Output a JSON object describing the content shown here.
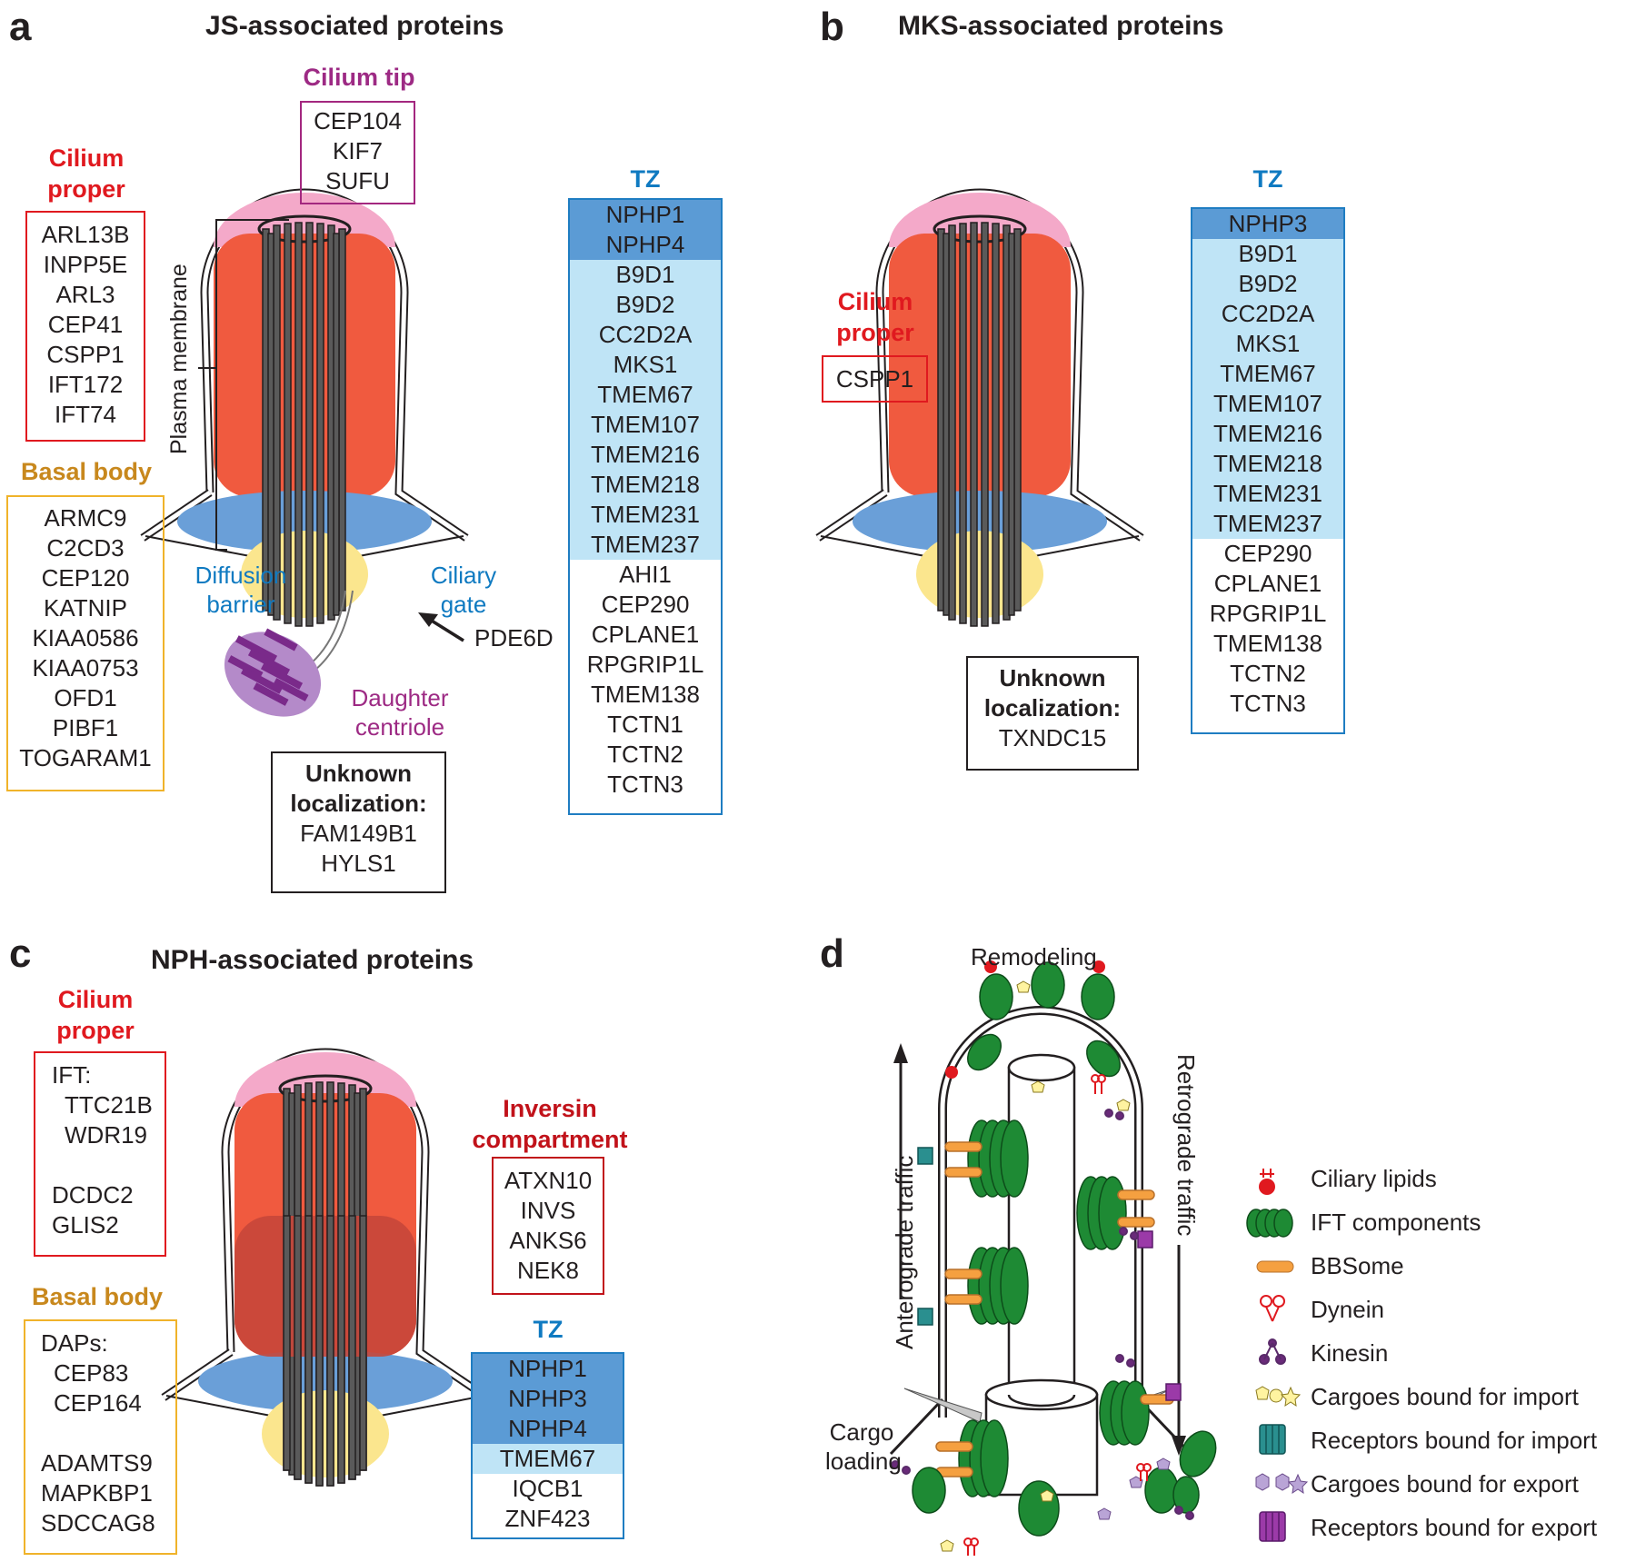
{
  "panel_a": {
    "letter": "a",
    "title": "JS-associated proteins",
    "cilium_tip": {
      "title": "Cilium tip",
      "items": [
        "CEP104",
        "KIF7",
        "SUFU"
      ]
    },
    "cilium_proper": {
      "title1": "Cilium",
      "title2": "proper",
      "items": [
        "ARL13B",
        "INPP5E",
        "ARL3",
        "CEP41",
        "CSPP1",
        "IFT172",
        "IFT74"
      ]
    },
    "basal_body": {
      "title": "Basal body",
      "items": [
        "ARMC9",
        "C2CD3",
        "CEP120",
        "KATNIP",
        "KIAA0586",
        "KIAA0753",
        "OFD1",
        "PIBF1",
        "TOGARAM1"
      ]
    },
    "tz": {
      "title": "TZ",
      "dark": [
        "NPHP1",
        "NPHP4"
      ],
      "light": [
        "B9D1",
        "B9D2",
        "CC2D2A",
        "MKS1",
        "TMEM67",
        "TMEM107",
        "TMEM216",
        "TMEM218",
        "TMEM231",
        "TMEM237"
      ],
      "white": [
        "AHI1",
        "CEP290",
        "CPLANE1",
        "RPGRIP1L",
        "TMEM138",
        "TCTN1",
        "TCTN2",
        "TCTN3"
      ]
    },
    "unknown": {
      "title1": "Unknown",
      "title2": "localization:",
      "items": [
        "FAM149B1",
        "HYLS1"
      ]
    },
    "labels": {
      "plasma_membrane": "Plasma membrane",
      "diffusion1": "Diffusion",
      "diffusion2": "barrier",
      "gate1": "Ciliary",
      "gate2": "gate",
      "pde6d": "PDE6D",
      "daughter1": "Daughter",
      "daughter2": "centriole"
    }
  },
  "panel_b": {
    "letter": "b",
    "title": "MKS-associated proteins",
    "cilium_proper": {
      "title1": "Cilium",
      "title2": "proper",
      "items": [
        "CSPP1"
      ]
    },
    "tz": {
      "title": "TZ",
      "dark": [
        "NPHP3"
      ],
      "light": [
        "B9D1",
        "B9D2",
        "CC2D2A",
        "MKS1",
        "TMEM67",
        "TMEM107",
        "TMEM216",
        "TMEM218",
        "TMEM231",
        "TMEM237"
      ],
      "white": [
        "CEP290",
        "CPLANE1",
        "RPGRIP1L",
        "TMEM138",
        "TCTN2",
        "TCTN3"
      ]
    },
    "unknown": {
      "title1": "Unknown",
      "title2": "localization:",
      "items": [
        "TXNDC15"
      ]
    }
  },
  "panel_c": {
    "letter": "c",
    "title": "NPH-associated proteins",
    "cilium_proper": {
      "title1": "Cilium",
      "title2": "proper",
      "items": [
        "IFT:",
        "TTC21B",
        "WDR19",
        "",
        "DCDC2",
        "GLIS2"
      ]
    },
    "basal_body": {
      "title": "Basal body",
      "items": [
        "DAPs:",
        "CEP83",
        "CEP164",
        "",
        "ADAMTS9",
        "MAPKBP1",
        "SDCCAG8"
      ]
    },
    "inversin": {
      "title1": "Inversin",
      "title2": "compartment",
      "items": [
        "ATXN10",
        "INVS",
        "ANKS6",
        "NEK8"
      ]
    },
    "tz": {
      "title": "TZ",
      "dark": [
        "NPHP1",
        "NPHP3",
        "NPHP4"
      ],
      "light": [
        "TMEM67"
      ],
      "white": [
        "IQCB1",
        "ZNF423"
      ]
    }
  },
  "panel_d": {
    "letter": "d",
    "labels": {
      "remodeling": "Remodeling",
      "anterograde": "Anterograde traffic",
      "retrograde": "Retrograde traffic",
      "cargo1": "Cargo",
      "cargo2": "loading"
    },
    "legend": [
      {
        "icon": "ciliary-lipid-icon",
        "label": "Ciliary lipids"
      },
      {
        "icon": "ift-icon",
        "label": "IFT components"
      },
      {
        "icon": "bbsome-icon",
        "label": "BBSome"
      },
      {
        "icon": "dynein-icon",
        "label": "Dynein"
      },
      {
        "icon": "kinesin-icon",
        "label": "Kinesin"
      },
      {
        "icon": "import-cargo-icon",
        "label": "Cargoes bound for import"
      },
      {
        "icon": "import-receptor-icon",
        "label": "Receptors bound for import"
      },
      {
        "icon": "export-cargo-icon",
        "label": "Cargoes bound for export"
      },
      {
        "icon": "export-receptor-icon",
        "label": "Receptors bound for export"
      }
    ]
  },
  "colors": {
    "red": "#e0191f",
    "gold": "#c8881d",
    "blue": "#0f7ac1",
    "purple": "#9d2a84",
    "tz_dark": "#5b9bd5",
    "tz_light": "#bfe4f6",
    "cilium_red": "#f05a3f",
    "cilium_pink": "#f4a9c9",
    "barrier_blue": "#6a9fd8",
    "basal_yellow": "#fbe68e",
    "ift_green": "#1e8a34",
    "bbsome_orange": "#f5a040"
  }
}
